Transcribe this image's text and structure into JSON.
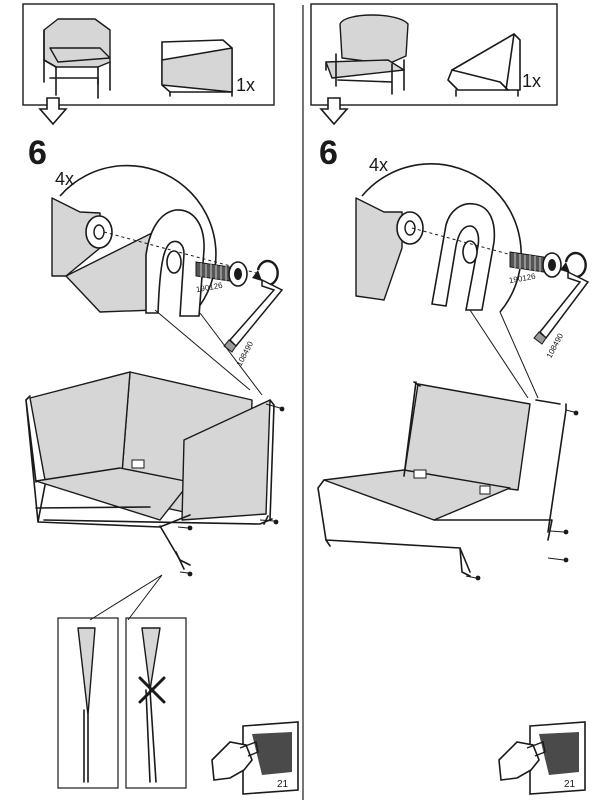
{
  "left_panel": {
    "part_qty": "1x",
    "step_number": "6",
    "screw_qty": "4x",
    "screw_part_no": "190126",
    "key_part_no": "108490",
    "page_number": "21"
  },
  "right_panel": {
    "part_qty": "1x",
    "step_number": "6",
    "screw_qty": "4x",
    "screw_part_no": "190126",
    "key_part_no": "108490",
    "page_number": "21"
  },
  "icons": {
    "next-step-arrow": "down-arrow-icon",
    "wrong-mark": "cross-icon",
    "page-turn": "page-turn-hand-icon"
  },
  "colors": {
    "ink": "#1a1a1a",
    "fabric": "#d6d6d6",
    "background": "#ffffff"
  }
}
